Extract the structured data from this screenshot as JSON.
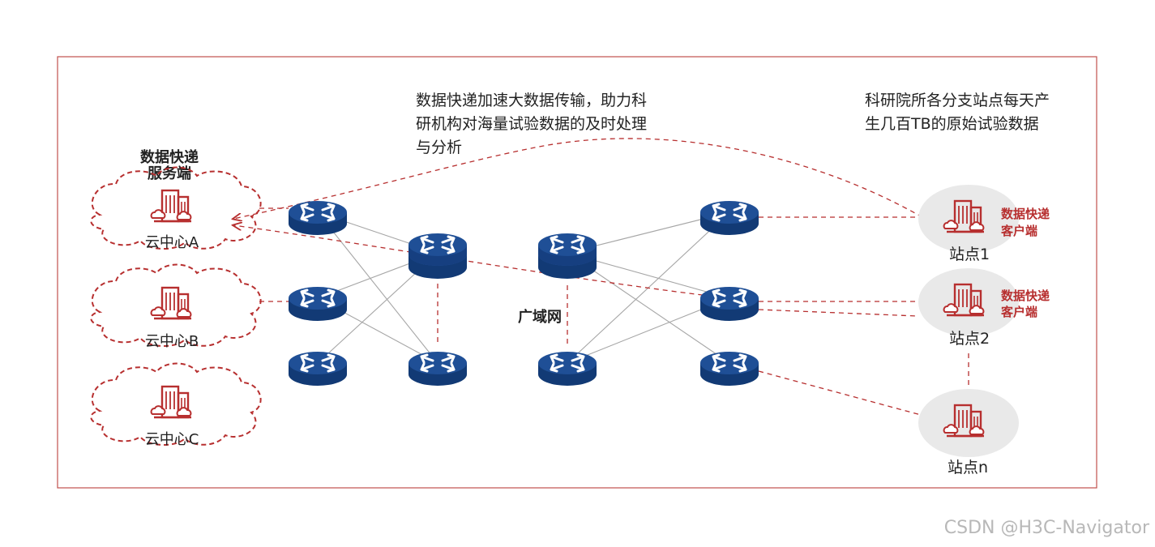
{
  "annotations": {
    "top_left_lines": [
      "数据快递加速大数据传输，助力科",
      "研机构对海量试验数据的及时处理",
      "与分析"
    ],
    "top_right_lines": [
      "科研院所各分支站点每天产",
      "生几百TB的原始试验数据"
    ]
  },
  "server": {
    "label_lines": [
      "数据快递",
      "服务端"
    ]
  },
  "clouds": [
    {
      "label": "云中心A"
    },
    {
      "label": "云中心B"
    },
    {
      "label": "云中心C"
    }
  ],
  "wan": {
    "label": "广域网"
  },
  "sites": [
    {
      "label": "站点1",
      "client_lines": [
        "数据快递",
        "客户端"
      ]
    },
    {
      "label": "站点2",
      "client_lines": [
        "数据快递",
        "客户端"
      ]
    },
    {
      "label": "站点n",
      "client_lines": []
    }
  ],
  "watermark": "CSDN @H3C-Navigator",
  "colors": {
    "frame": "#c0504d",
    "accent_red": "#b72f2f",
    "router_blue": "#1f4f96",
    "router_dark": "#123a75",
    "site_bg": "#e9e9e9",
    "link_gray": "#a6a6a6"
  },
  "icons": {
    "building": "building-cloud-icon",
    "router": "router-icon",
    "switch": "stacked-switch-icon"
  }
}
